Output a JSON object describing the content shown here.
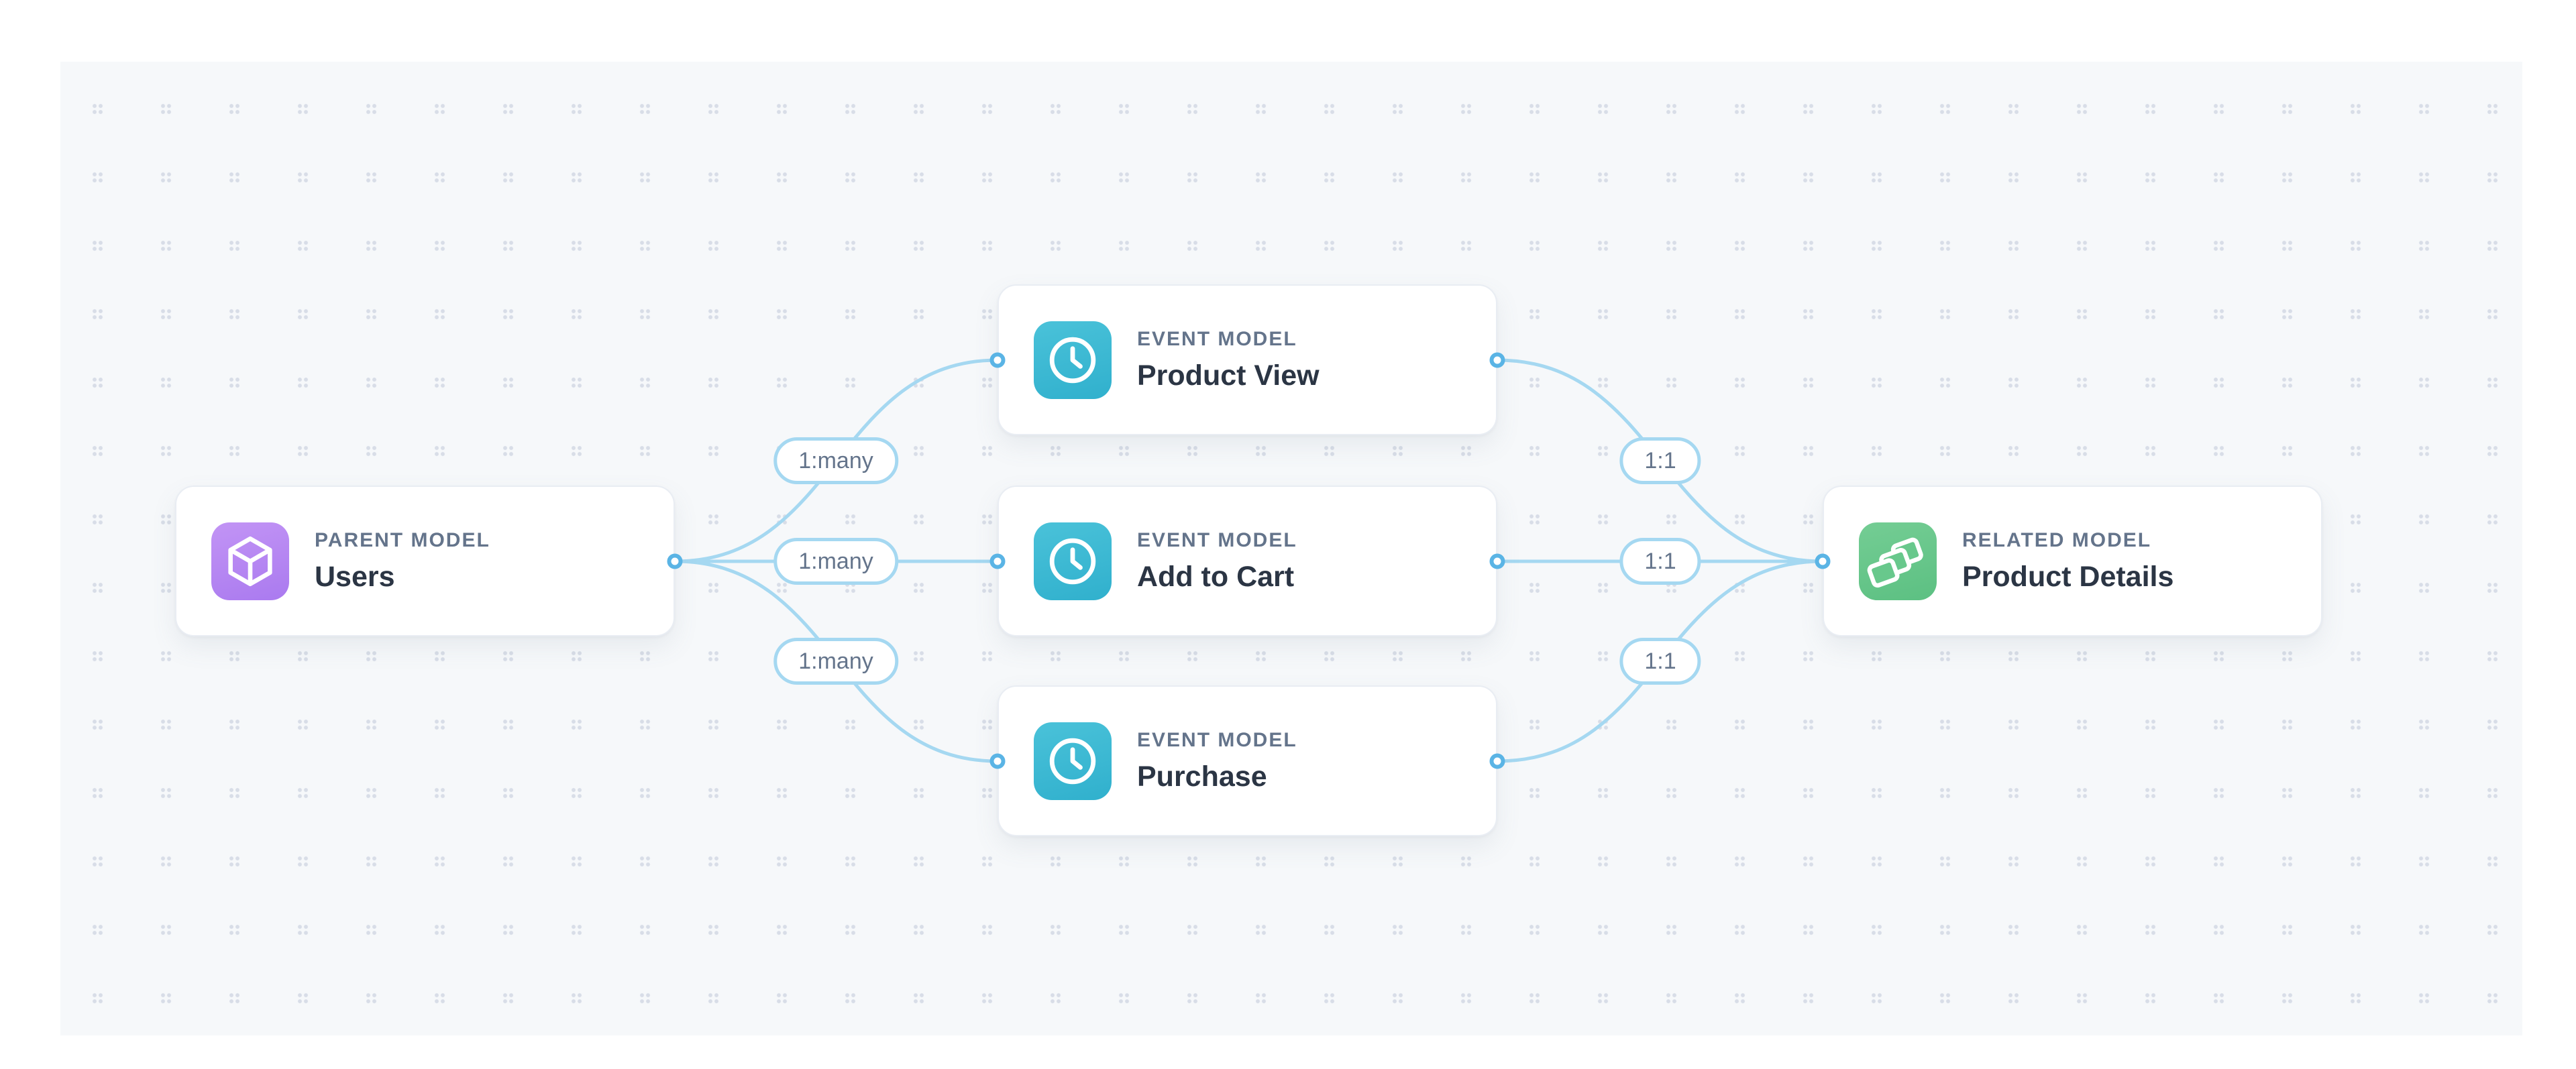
{
  "canvas": {
    "background_color": "#f6f8fa",
    "dot_color": "#d8dde7",
    "edge_color": "#a5d8f1",
    "handle_color": "#5ab4e5",
    "label_text_color": "#64748b",
    "name_text_color": "#2b3544"
  },
  "nodes": [
    {
      "id": "users",
      "type_label": "PARENT MODEL",
      "name": "Users",
      "icon": "cube-icon",
      "accent_color": "#b687f2"
    },
    {
      "id": "product-view",
      "type_label": "EVENT MODEL",
      "name": "Product View",
      "icon": "clock-icon",
      "accent_color": "#3db9d3"
    },
    {
      "id": "add-to-cart",
      "type_label": "EVENT MODEL",
      "name": "Add to Cart",
      "icon": "clock-icon",
      "accent_color": "#3db9d3"
    },
    {
      "id": "purchase",
      "type_label": "EVENT MODEL",
      "name": "Purchase",
      "icon": "clock-icon",
      "accent_color": "#3db9d3"
    },
    {
      "id": "product-details",
      "type_label": "RELATED MODEL",
      "name": "Product Details",
      "icon": "layers-icon",
      "accent_color": "#68c88c"
    }
  ],
  "edges": [
    {
      "from": "users",
      "to": "product-view",
      "label": "1:many"
    },
    {
      "from": "users",
      "to": "add-to-cart",
      "label": "1:many"
    },
    {
      "from": "users",
      "to": "purchase",
      "label": "1:many"
    },
    {
      "from": "product-view",
      "to": "product-details",
      "label": "1:1"
    },
    {
      "from": "add-to-cart",
      "to": "product-details",
      "label": "1:1"
    },
    {
      "from": "purchase",
      "to": "product-details",
      "label": "1:1"
    }
  ]
}
